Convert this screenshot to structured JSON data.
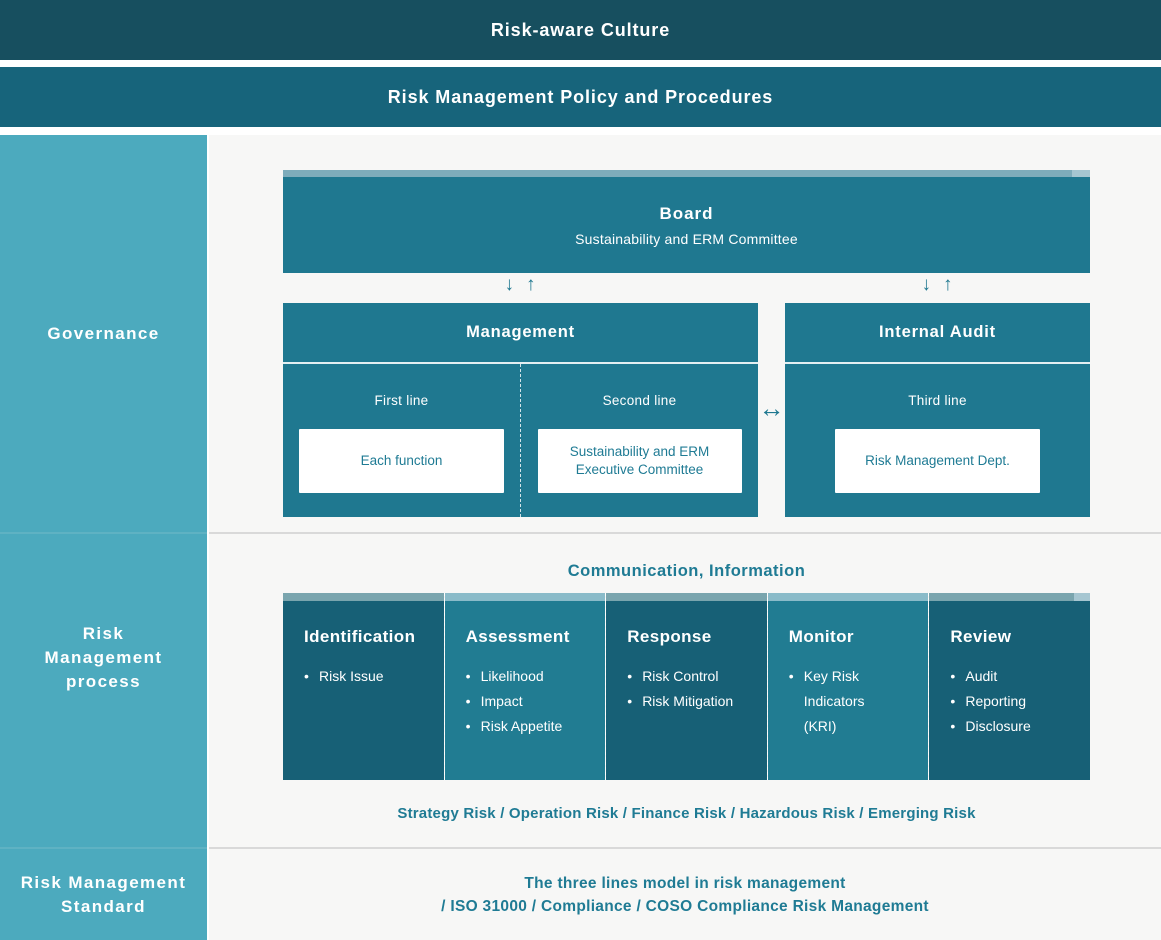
{
  "banners": {
    "culture": "Risk-aware Culture",
    "policy": "Risk Management Policy and Procedures"
  },
  "sidebar": {
    "governance": "Governance",
    "process": "Risk Management process",
    "standard": "Risk Management Standard"
  },
  "governance": {
    "board": {
      "title": "Board",
      "subtitle": "Sustainability and ERM Committee"
    },
    "arrows": {
      "down": "↓",
      "up": "↑",
      "both": "↔"
    },
    "management": {
      "title": "Management",
      "columns": [
        {
          "line": "First line",
          "box": "Each function"
        },
        {
          "line": "Second line",
          "box": "Sustainability and ERM Executive Committee"
        }
      ]
    },
    "internal_audit": {
      "title": "Internal Audit",
      "line": "Third line",
      "box": "Risk Management Dept."
    }
  },
  "process": {
    "communication": "Communication, Information",
    "stages": [
      {
        "title": "Identification",
        "items": [
          "Risk Issue"
        ]
      },
      {
        "title": "Assessment",
        "items": [
          "Likelihood",
          "Impact",
          "Risk Appetite"
        ]
      },
      {
        "title": "Response",
        "items": [
          "Risk Control",
          "Risk Mitigation"
        ]
      },
      {
        "title": "Monitor",
        "items": [
          "Key Risk Indicators (KRI)"
        ]
      },
      {
        "title": "Review",
        "items": [
          "Audit",
          "Reporting",
          "Disclosure"
        ]
      }
    ],
    "risk_types": "Strategy Risk / Operation Risk / Finance Risk / Hazardous Risk / Emerging Risk"
  },
  "standard": {
    "line1": "The three lines model in risk management",
    "line2": "/ ISO 31000 / Compliance / COSO Compliance Risk Management"
  },
  "colors": {
    "banner_dark": "#174f5f",
    "banner_teal": "#17647b",
    "sidebar_teal": "#4caabe",
    "box_teal": "#1f7890",
    "stage_dark": "#176076",
    "stage_light": "#217c92",
    "strip_light": "#7eacbb",
    "accent_text": "#1f7b94",
    "main_bg": "#f7f7f6"
  }
}
